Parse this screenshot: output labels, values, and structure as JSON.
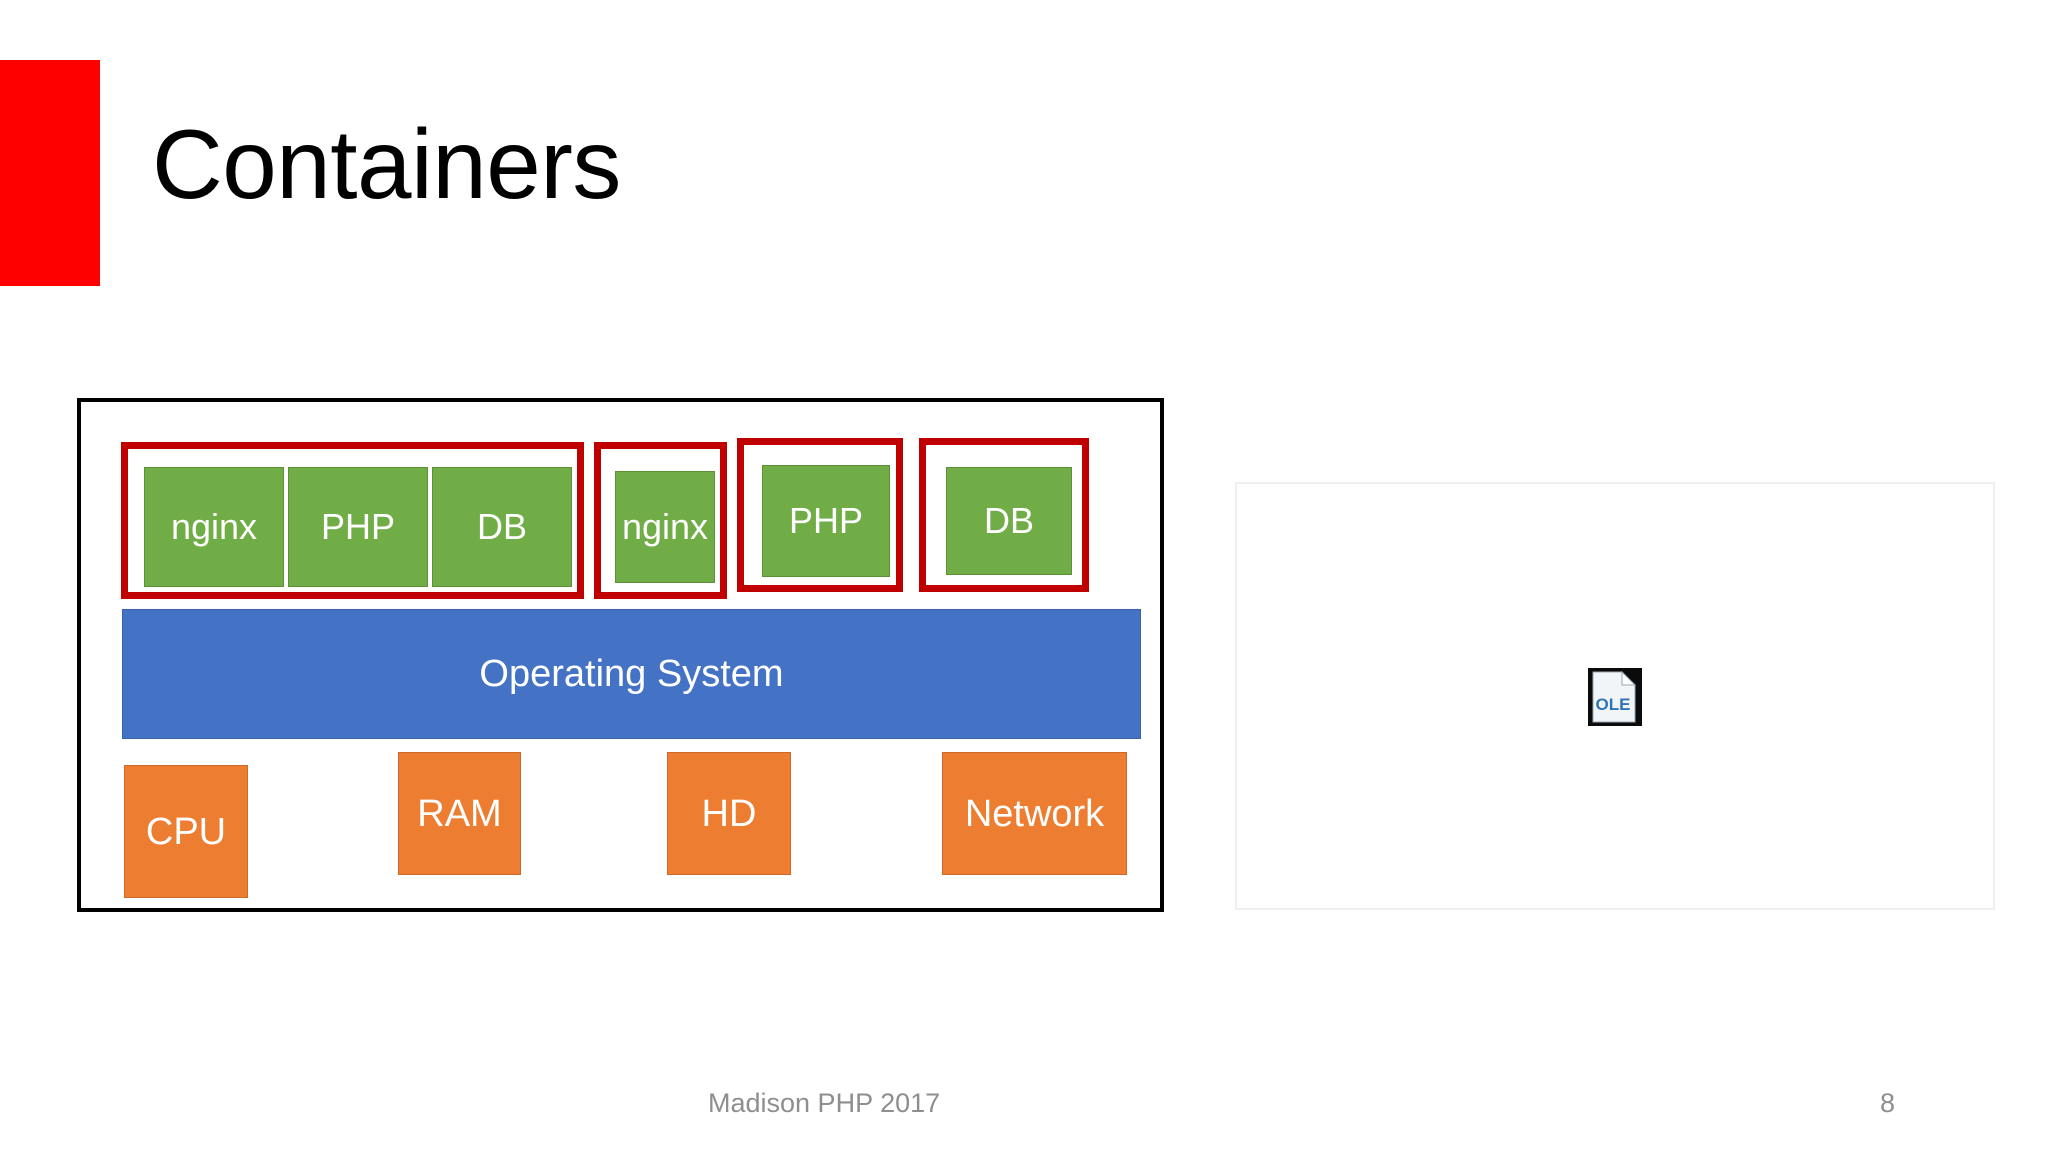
{
  "slide": {
    "title": "Containers",
    "accent_color": "#FE0000",
    "background": "#ffffff"
  },
  "diagram": {
    "name": "container-architecture-diagram",
    "host_border_color": "#000000",
    "container_border_color": "#C00000",
    "service_color": "#70AD47",
    "os_color": "#4472C4",
    "hardware_color": "#ED7D31",
    "containers": [
      {
        "name": "container-1",
        "services": [
          {
            "label": "nginx"
          },
          {
            "label": "PHP"
          },
          {
            "label": "DB"
          }
        ]
      },
      {
        "name": "container-2",
        "services": [
          {
            "label": "nginx"
          }
        ]
      },
      {
        "name": "container-3",
        "services": [
          {
            "label": "PHP"
          }
        ]
      },
      {
        "name": "container-4",
        "services": [
          {
            "label": "DB"
          }
        ]
      }
    ],
    "os": {
      "label": "Operating System"
    },
    "hardware": [
      {
        "label": "CPU"
      },
      {
        "label": "RAM"
      },
      {
        "label": "HD"
      },
      {
        "label": "Network"
      }
    ]
  },
  "placeholder": {
    "object_label": "OLE",
    "icon": "ole-document-icon"
  },
  "footer": {
    "text": "Madison PHP 2017",
    "page_number": "8"
  }
}
